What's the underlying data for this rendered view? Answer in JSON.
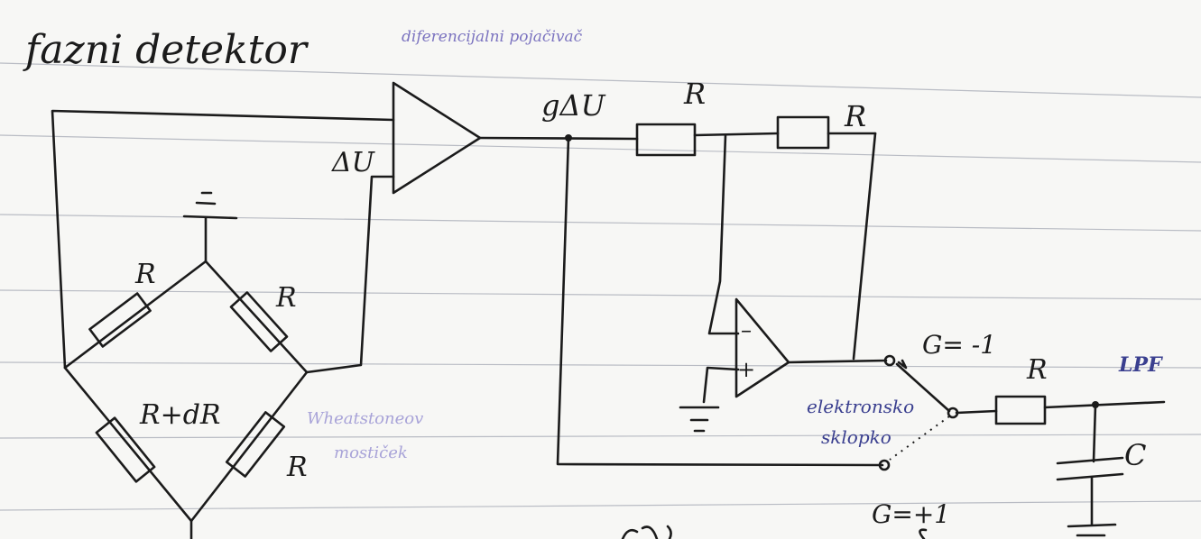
{
  "title": "fazni detektor",
  "labels": {
    "diff_amp": "diferencijalni pojačivač",
    "delta_u": "ΔU",
    "g_delta_u": "gΔU",
    "r_top1": "R",
    "r_top2": "R",
    "r_bridge_tl": "R",
    "r_bridge_tr": "R",
    "r_bridge_bl": "R+dR",
    "r_bridge_br": "R",
    "bridge_name_line1": "Wheatstoneov",
    "bridge_name_line2": "mostiček",
    "opamp_minus": "–",
    "opamp_plus": "+",
    "ground_symbol": "=",
    "gain_neg": "G= -1",
    "gain_pos": "G=+1",
    "switch_line1": "elektronsko",
    "switch_line2": "sklopko",
    "r_lpf": "R",
    "lpf": "LPF",
    "cap": "C"
  },
  "colors": {
    "ink": "#1b1b1b",
    "blue_ink": "#3a3f8f",
    "violet_ink": "#7c74c0",
    "paper": "#f7f7f5"
  }
}
